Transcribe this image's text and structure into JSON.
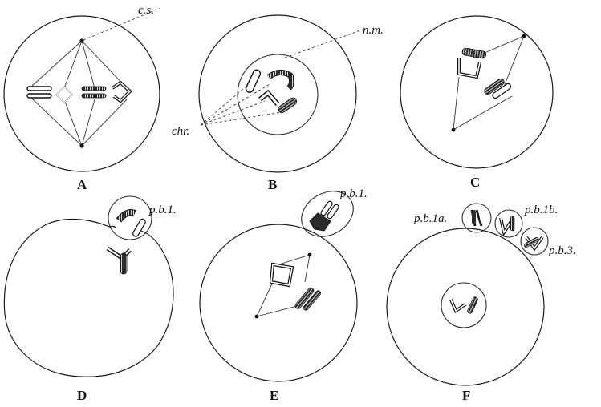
{
  "panels": [
    "A",
    "B",
    "C",
    "D",
    "E",
    "F"
  ],
  "labels": {
    "cs": "c.s.",
    "nm": "n.m.",
    "chr": "chr.",
    "pb1_d": "p.b.1.",
    "pb1_e": "p.b.1.",
    "pb1a": "p.b.1a.",
    "pb1b": "p.b.1b.",
    "pb3": "p.b.3."
  }
}
